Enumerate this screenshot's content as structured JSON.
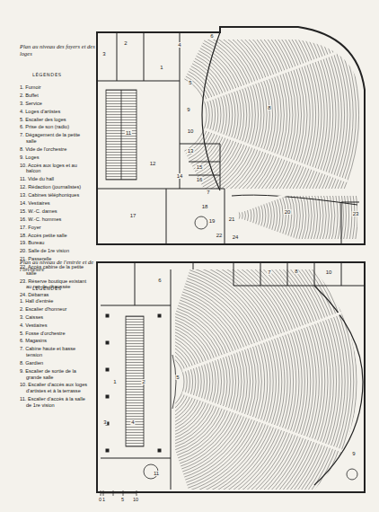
{
  "diagram": {
    "labels": [
      "Plan au niveau des foyers et des loges",
      "LÉGENDES",
      "1. Fumoir",
      "2. Buffet",
      "3. Service",
      "4. Loges d'artistes",
      "5. Escalier des loges",
      "6. Prise de son (radio)",
      "7. Dégagement de la petite salle",
      "8. Vide de l'orchestre",
      "9. Loges",
      "10. Accès aux loges et au balcon",
      "11. Vide du hall",
      "12. Rédaction (journalistes)",
      "13. Cabines téléphoniques",
      "14. Vestiaires",
      "15. W.-C. dames",
      "16. W.-C. hommes",
      "17. Foyer",
      "18. Accès petite salle",
      "19. Bureau",
      "20. Salle de 1re vision",
      "21. Passerelle",
      "22. Accès cabine de la petite salle",
      "23. Réserve boutique existant au rez-de-chaussée",
      "24. Débarras",
      "1",
      "2",
      "3",
      "4",
      "5",
      "6",
      "7",
      "8",
      "9",
      "10",
      "11",
      "12",
      "13",
      "14",
      "15",
      "16",
      "17",
      "18",
      "19",
      "20",
      "21",
      "22",
      "23",
      "24",
      "Plan au niveau de l'entrée et de l'orchestre",
      "LÉGENDES",
      "1. Hall d'entrée",
      "2. Escalier d'honneur",
      "3. Caisses",
      "4. Vestiaires",
      "5. Fosse d'orchestre",
      "6. Magasins",
      "7. Cabine haute et basse tension",
      "8. Gardien",
      "9. Escalier de sortie de la grande salle",
      "10. Escalier d'accès aux loges d'artistes et à la terrasse",
      "11. Escalier d'accès à la salle de 1re vision",
      "1",
      "2",
      "3",
      "4",
      "5",
      "6",
      "7",
      "8",
      "9",
      "10",
      "11",
      "0",
      "1",
      "5",
      "10"
    ]
  }
}
